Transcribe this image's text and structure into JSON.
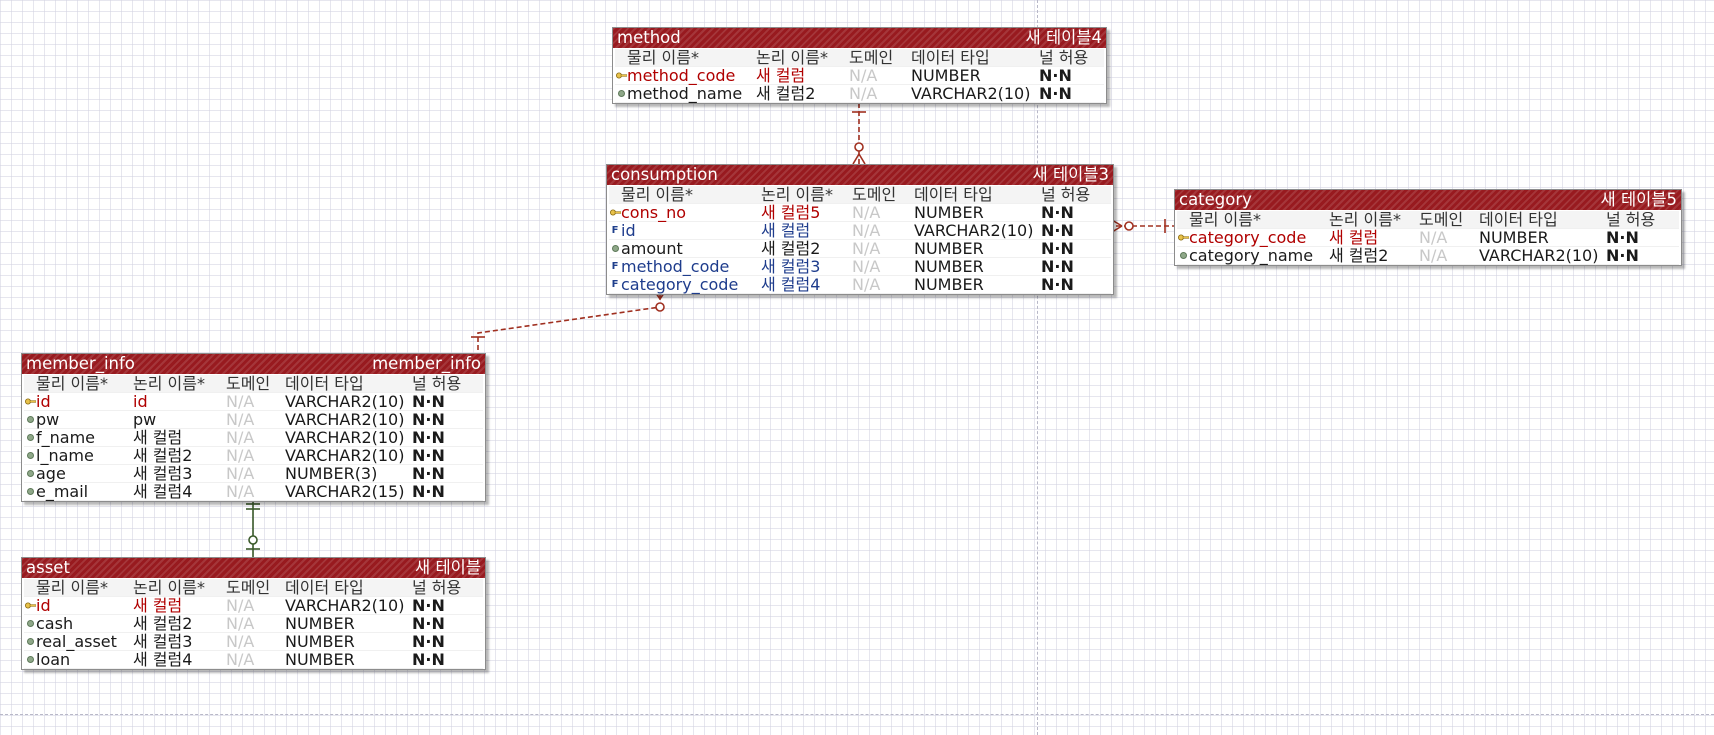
{
  "column_headers": {
    "physical": "물리 이름*",
    "logical": "논리 이름*",
    "domain": "도메인",
    "type": "데이터 타입",
    "nullable": "널 허용"
  },
  "tables": {
    "method": {
      "name": "method",
      "alias": "새 테이블4",
      "columns": [
        {
          "name": "method_code",
          "logical": "새 컬럼",
          "domain": "N/A",
          "type": "NUMBER",
          "nullable": "N·N",
          "key": "pk"
        },
        {
          "name": "method_name",
          "logical": "새 컬럼2",
          "domain": "N/A",
          "type": "VARCHAR2(10)",
          "nullable": "N·N",
          "key": "none"
        }
      ]
    },
    "consumption": {
      "name": "consumption",
      "alias": "새 테이블3",
      "columns": [
        {
          "name": "cons_no",
          "logical": "새 컬럼5",
          "domain": "N/A",
          "type": "NUMBER",
          "nullable": "N·N",
          "key": "pk"
        },
        {
          "name": "id",
          "logical": "새 컬럼",
          "domain": "N/A",
          "type": "VARCHAR2(10)",
          "nullable": "N·N",
          "key": "fk"
        },
        {
          "name": "amount",
          "logical": "새 컬럼2",
          "domain": "N/A",
          "type": "NUMBER",
          "nullable": "N·N",
          "key": "none"
        },
        {
          "name": "method_code",
          "logical": "새 컬럼3",
          "domain": "N/A",
          "type": "NUMBER",
          "nullable": "N·N",
          "key": "fk"
        },
        {
          "name": "category_code",
          "logical": "새 컬럼4",
          "domain": "N/A",
          "type": "NUMBER",
          "nullable": "N·N",
          "key": "fk"
        }
      ]
    },
    "category": {
      "name": "category",
      "alias": "새 테이블5",
      "columns": [
        {
          "name": "category_code",
          "logical": "새 컬럼",
          "domain": "N/A",
          "type": "NUMBER",
          "nullable": "N·N",
          "key": "pk"
        },
        {
          "name": "category_name",
          "logical": "새 컬럼2",
          "domain": "N/A",
          "type": "VARCHAR2(10)",
          "nullable": "N·N",
          "key": "none"
        }
      ]
    },
    "member_info": {
      "name": "member_info",
      "alias": "member_info",
      "columns": [
        {
          "name": "id",
          "logical": "id",
          "domain": "N/A",
          "type": "VARCHAR2(10)",
          "nullable": "N·N",
          "key": "pk"
        },
        {
          "name": "pw",
          "logical": "pw",
          "domain": "N/A",
          "type": "VARCHAR2(10)",
          "nullable": "N·N",
          "key": "none"
        },
        {
          "name": "f_name",
          "logical": "새 컬럼",
          "domain": "N/A",
          "type": "VARCHAR2(10)",
          "nullable": "N·N",
          "key": "none"
        },
        {
          "name": "l_name",
          "logical": "새 컬럼2",
          "domain": "N/A",
          "type": "VARCHAR2(10)",
          "nullable": "N·N",
          "key": "none"
        },
        {
          "name": "age",
          "logical": "새 컬럼3",
          "domain": "N/A",
          "type": "NUMBER(3)",
          "nullable": "N·N",
          "key": "none"
        },
        {
          "name": "e_mail",
          "logical": "새 컬럼4",
          "domain": "N/A",
          "type": "VARCHAR2(15)",
          "nullable": "N·N",
          "key": "none"
        }
      ]
    },
    "asset": {
      "name": "asset",
      "alias": "새 테이블",
      "columns": [
        {
          "name": "id",
          "logical": "새 컬럼",
          "domain": "N/A",
          "type": "VARCHAR2(10)",
          "nullable": "N·N",
          "key": "pfk"
        },
        {
          "name": "cash",
          "logical": "새 컬럼2",
          "domain": "N/A",
          "type": "NUMBER",
          "nullable": "N·N",
          "key": "none"
        },
        {
          "name": "real_asset",
          "logical": "새 컬럼3",
          "domain": "N/A",
          "type": "NUMBER",
          "nullable": "N·N",
          "key": "none"
        },
        {
          "name": "loan",
          "logical": "새 컬럼4",
          "domain": "N/A",
          "type": "NUMBER",
          "nullable": "N·N",
          "key": "none"
        }
      ]
    }
  },
  "relationships": [
    {
      "from": "method",
      "to": "consumption",
      "style": "dashed",
      "parent_end": "one",
      "child_end": "zero-or-many",
      "color": "#a03020"
    },
    {
      "from": "category",
      "to": "consumption",
      "style": "dashed",
      "parent_end": "one",
      "child_end": "zero-or-many",
      "color": "#a03020"
    },
    {
      "from": "member_info",
      "to": "consumption",
      "style": "dashed",
      "parent_end": "one",
      "child_end": "zero-or-many",
      "color": "#a03020"
    },
    {
      "from": "member_info",
      "to": "asset",
      "style": "solid",
      "parent_end": "one",
      "child_end": "zero-or-one",
      "color": "#3a5a2a"
    }
  ],
  "colors": {
    "header_bg": "#981a1f",
    "pk_text": "#b00000",
    "fk_text": "#1e3c8c",
    "na_text": "#c8c8c8"
  }
}
